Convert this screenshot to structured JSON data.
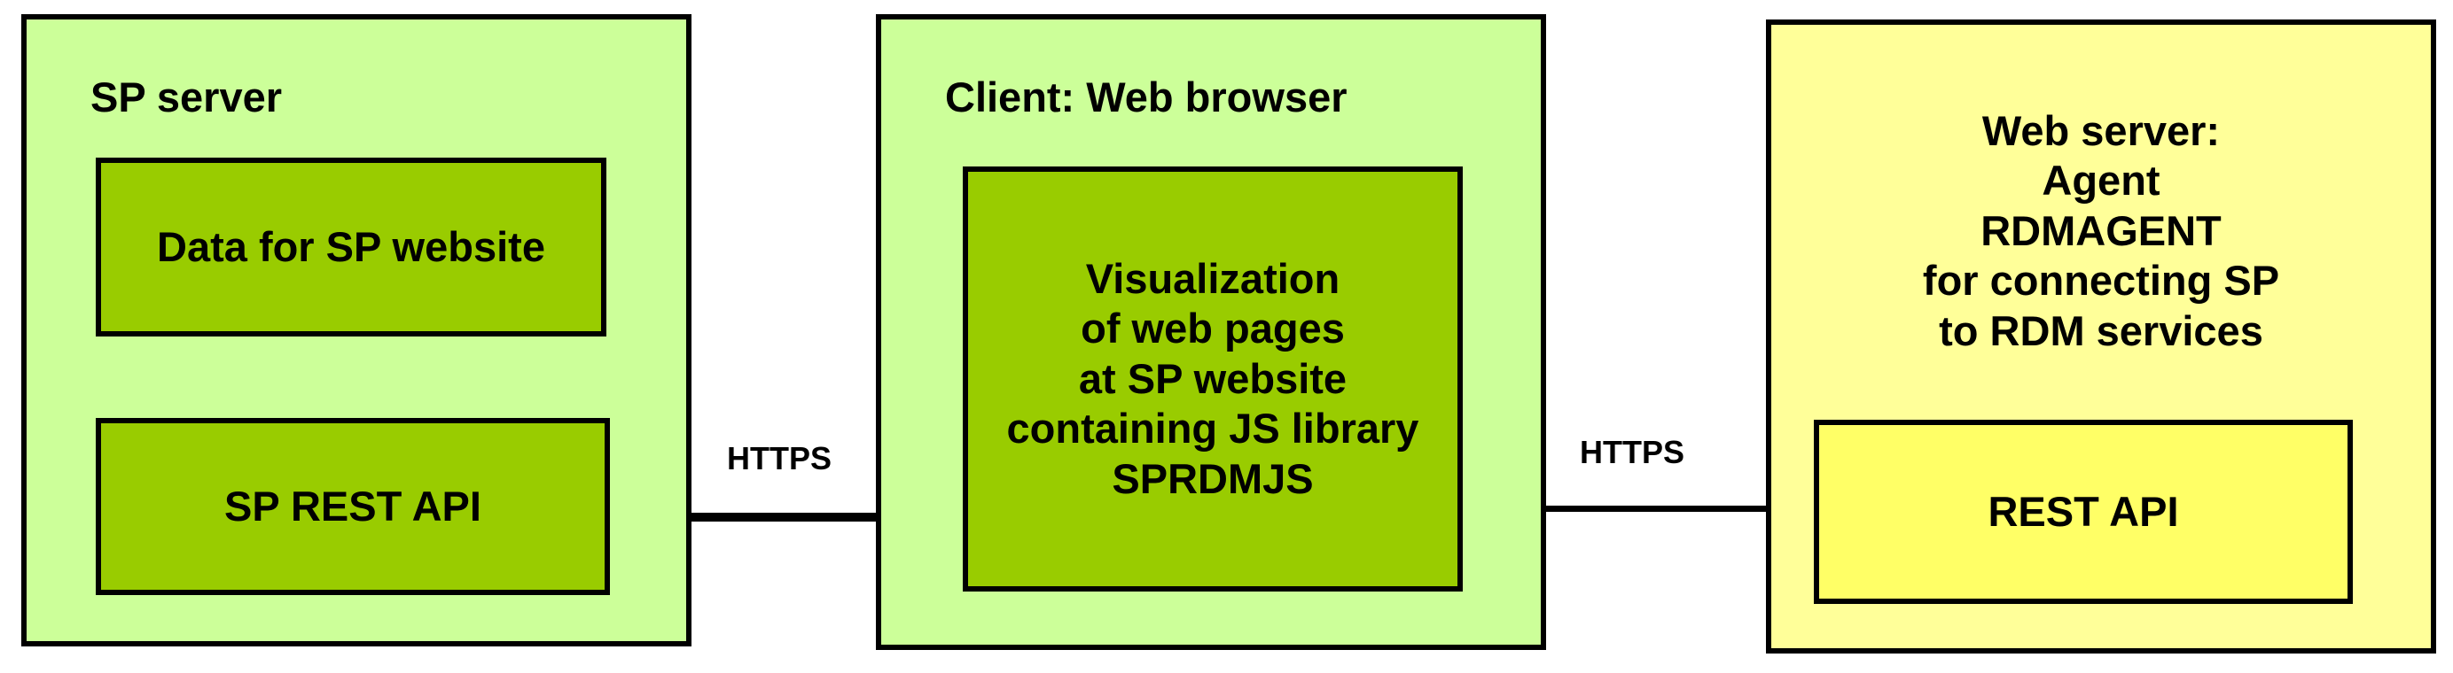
{
  "sp_server": {
    "title": "SP server",
    "data_box": "Data for SP website",
    "api_box": "SP REST API"
  },
  "client": {
    "title": "Client: Web browser",
    "viz_lines": [
      "Visualization",
      "of web pages",
      "at SP website",
      "containing JS library",
      "SPRDMJS"
    ]
  },
  "web_server": {
    "title_lines": [
      "Web server:",
      "Agent",
      "RDMAGENT",
      "for connecting SP",
      "to RDM services"
    ],
    "api_box": "REST API"
  },
  "links": {
    "left_protocol": "HTTPS",
    "right_protocol": "HTTPS"
  },
  "colors": {
    "outer_green": "#ccff99",
    "inner_green": "#99cc00",
    "outer_yellow": "#ffff99",
    "inner_yellow": "#ffff66"
  }
}
